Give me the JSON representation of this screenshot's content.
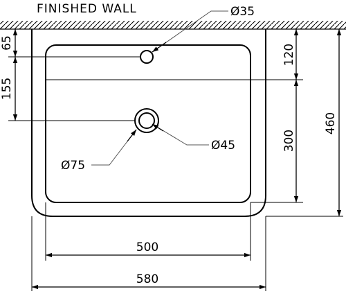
{
  "wall": {
    "label": "FINISHED WALL"
  },
  "dimensions": {
    "tap_hole": "Ø35",
    "waste_inner": "Ø45",
    "waste_outer": "Ø75",
    "wall_to_tap": "65",
    "tap_to_waste": "155",
    "rim_to_bowl": "120",
    "bowl_depth": "300",
    "overall_depth": "460",
    "bowl_width": "500",
    "overall_width": "580"
  }
}
